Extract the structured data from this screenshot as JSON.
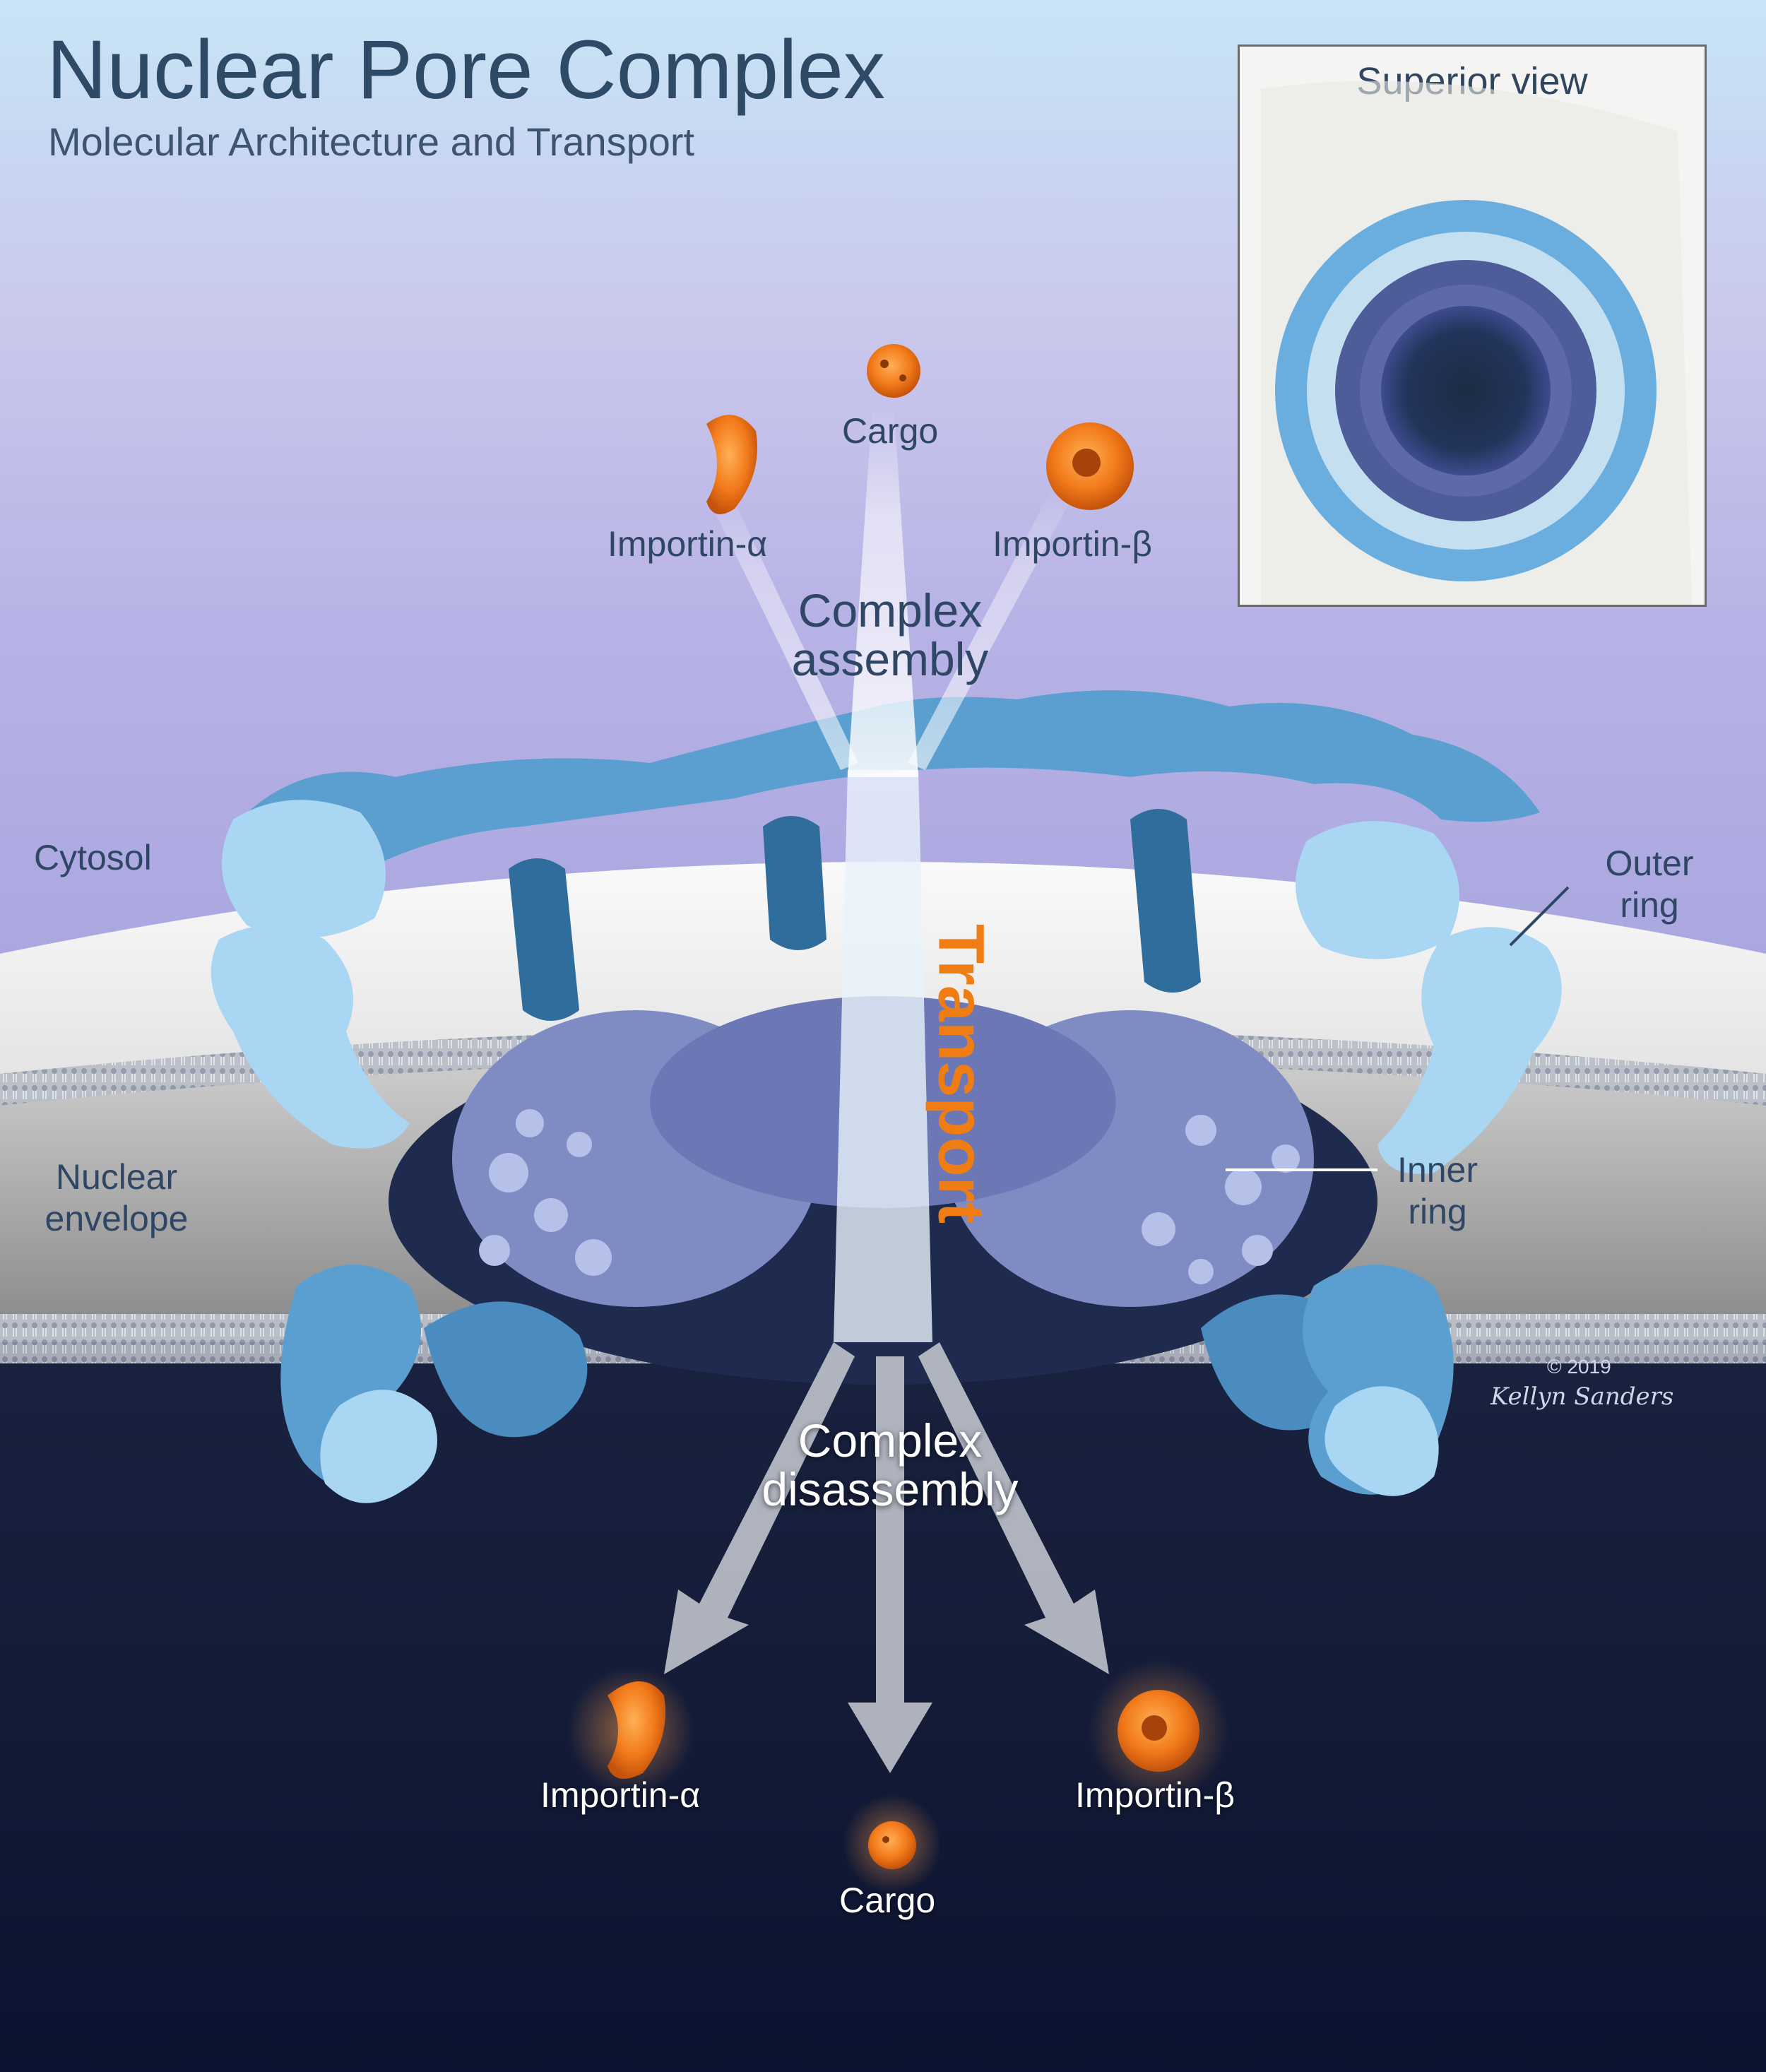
{
  "title": "Nuclear Pore Complex",
  "subtitle": "Molecular Architecture and Transport",
  "inset": {
    "title": "Superior view"
  },
  "labels": {
    "cytosol": "Cytosol",
    "outer_ring": [
      "Outer",
      "ring"
    ],
    "inner_ring": [
      "Inner",
      "ring"
    ],
    "nuclear_envelope": [
      "Nuclear",
      "envelope"
    ],
    "transport": "Transport",
    "complex_assembly": [
      "Complex",
      "assembly"
    ],
    "complex_disassembly": [
      "Complex",
      "disassembly"
    ]
  },
  "top_molecules": {
    "cargo": "Cargo",
    "importin_alpha": "Importin-α",
    "importin_beta": "Importin-β"
  },
  "bottom_molecules": {
    "cargo": "Cargo",
    "importin_alpha": "Importin-α",
    "importin_beta": "Importin-β"
  },
  "signature": {
    "year": "© 2019",
    "artist": "Kellyn Sanders"
  },
  "colors": {
    "title": "#2f4a66",
    "ring_light": "#a9d6f2",
    "ring_mid": "#5b9fd0",
    "ring_dark": "#2f6d9c",
    "inner_ring": "#7f8cc4",
    "cargo_orange": "#f07d14",
    "nucleus_dark": "#0e1630"
  }
}
